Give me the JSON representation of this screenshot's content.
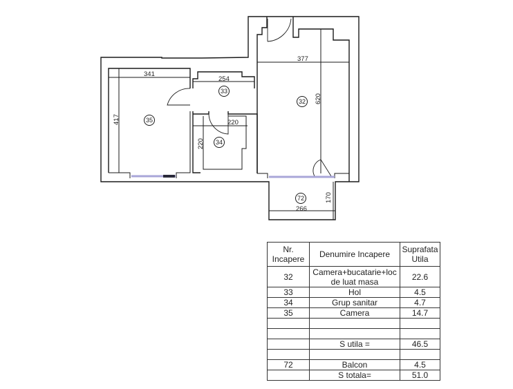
{
  "plan": {
    "dimensions": {
      "room35_width": "341",
      "room35_height": "417",
      "hall_width": "254",
      "room32_width": "377",
      "room32_height": "620",
      "bath_width": "220",
      "bath_height": "220",
      "balcony_width": "266",
      "balcony_height": "170"
    },
    "room_labels": {
      "r32": "32",
      "r33": "33",
      "r34": "34",
      "r35": "35",
      "r72": "72"
    },
    "colors": {
      "wall": "#1a1a1a",
      "window": "#a9a6d8",
      "background": "#ffffff"
    }
  },
  "table": {
    "headers": {
      "nr_line1": "Nr.",
      "nr_line2": "Incapere",
      "name": "Denumire Incapere",
      "area_line1": "Suprafata",
      "area_line2": "Utila"
    },
    "rows": [
      {
        "nr": "32",
        "name_line1": "Camera+bucatarie+loc",
        "name_line2": "de luat masa",
        "area": "22.6"
      },
      {
        "nr": "33",
        "name": "Hol",
        "area": "4.5"
      },
      {
        "nr": "34",
        "name": "Grup sanitar",
        "area": "4.7"
      },
      {
        "nr": "35",
        "name": "Camera",
        "area": "14.7"
      },
      {
        "nr": "",
        "name": "",
        "area": ""
      },
      {
        "nr": "",
        "name": "",
        "area": ""
      },
      {
        "nr": "",
        "name": "S utila =",
        "area": "46.5"
      },
      {
        "nr": "",
        "name": "",
        "area": ""
      },
      {
        "nr": "72",
        "name": "Balcon",
        "area": "4.5"
      },
      {
        "nr": "",
        "name": "S totala=",
        "area": "51.0"
      }
    ]
  }
}
